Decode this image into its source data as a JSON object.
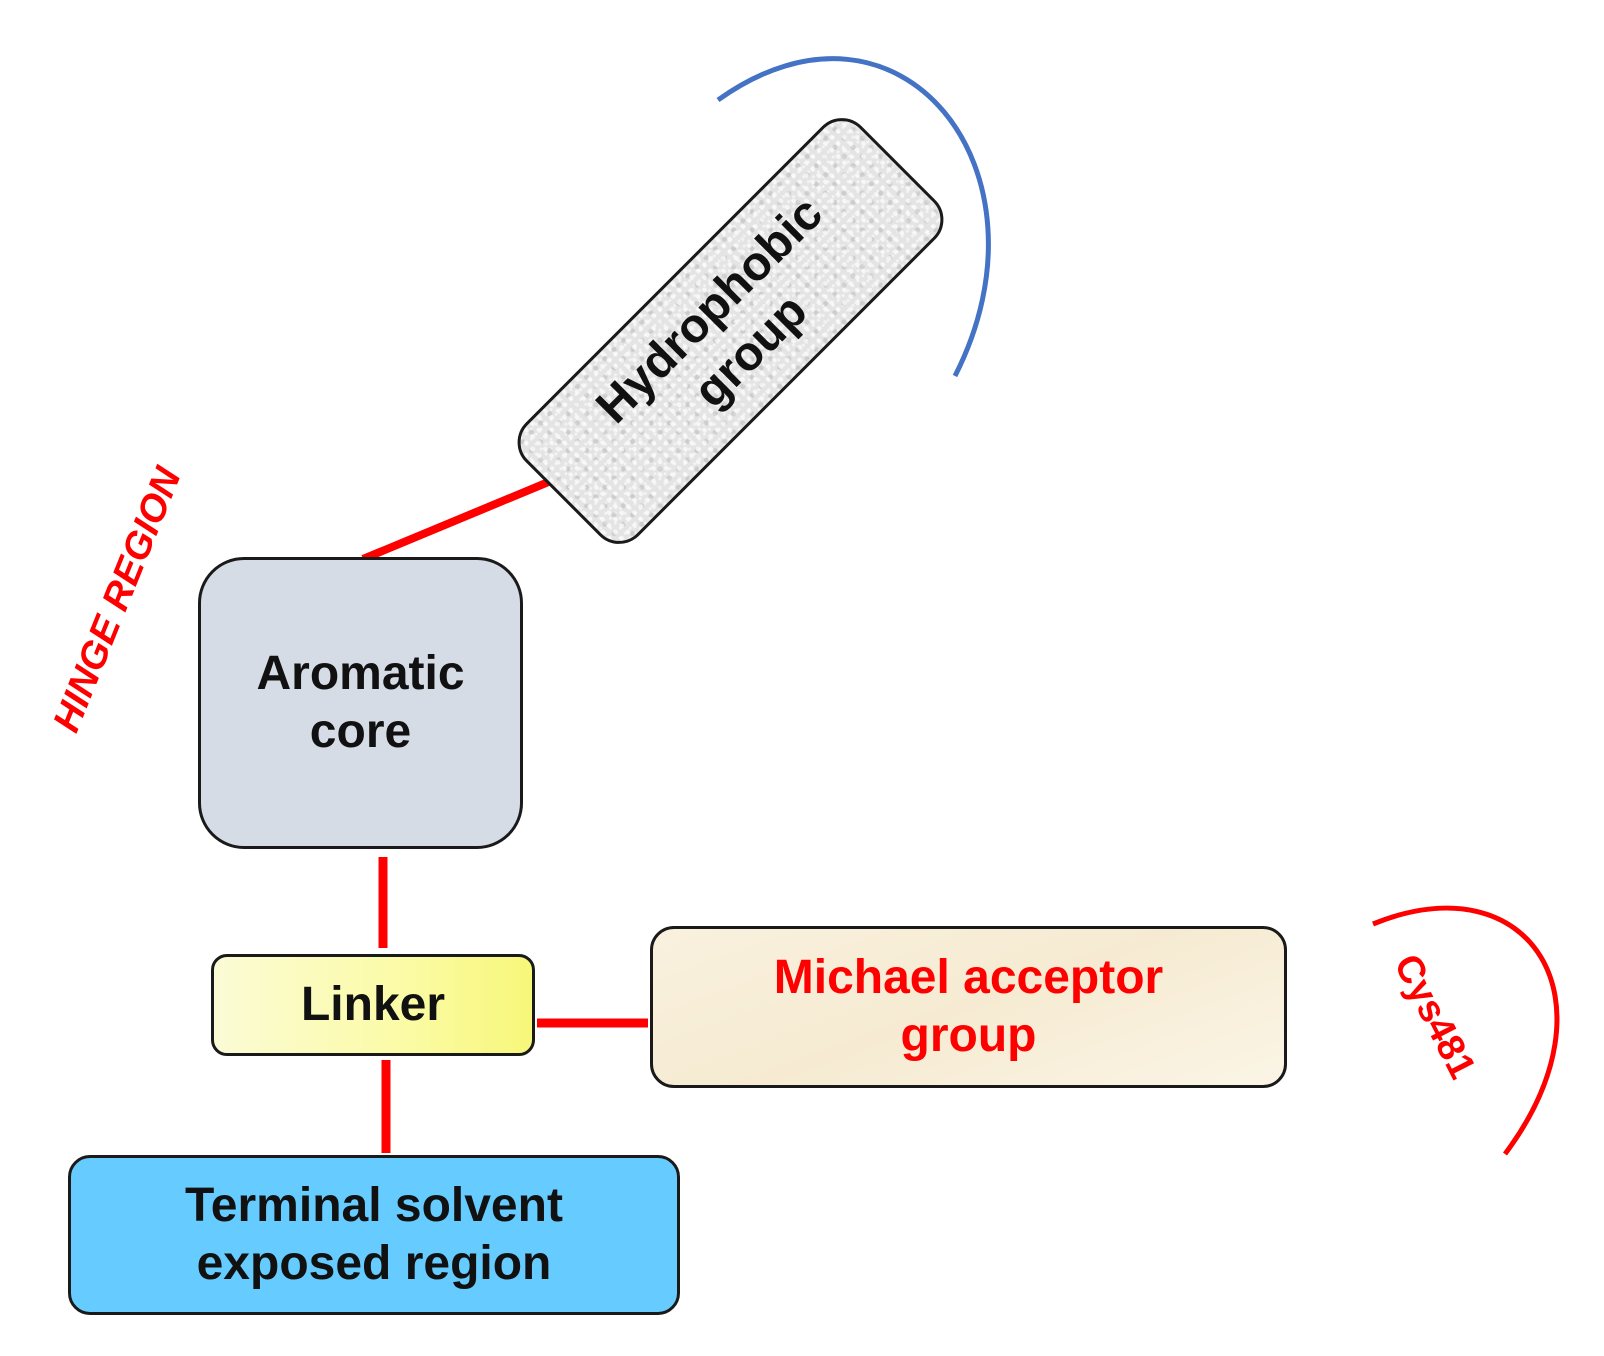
{
  "colors": {
    "connector": "#ff0000",
    "hydrophobic_arc": "#4472c4",
    "cys_arc": "#ff0000",
    "aromatic_fill": "#d6dce6",
    "linker_fill": "#fbfba6",
    "michael_fill": "#f6ebd2",
    "terminal_fill": "#66ccff",
    "hydrophobic_fill": "#e4e4e4",
    "label_red": "#ff0000"
  },
  "nodes": {
    "hydrophobic": {
      "line1": "Hydrophobic",
      "line2": "group"
    },
    "aromatic": {
      "line1": "Aromatic",
      "line2": "core"
    },
    "linker": {
      "label": "Linker"
    },
    "michael": {
      "line1": "Michael acceptor",
      "line2": "group"
    },
    "terminal": {
      "line1": "Terminal solvent",
      "line2": "exposed region"
    }
  },
  "labels": {
    "hinge": "HINGE REGION",
    "cys": "Cys481"
  }
}
